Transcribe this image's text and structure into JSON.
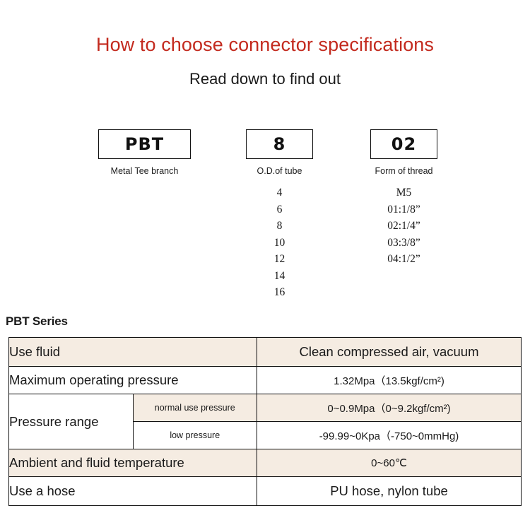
{
  "page": {
    "title": "How to choose connector specifications",
    "subtitle": "Read down to find out",
    "title_color": "#c32a1e",
    "tint_color": "#f5ece2"
  },
  "code_diagram": {
    "columns": [
      {
        "value": "PBT",
        "caption": "Metal Tee branch",
        "options": []
      },
      {
        "value": "8",
        "caption": "O.D.of tube",
        "options": [
          "4",
          "6",
          "8",
          "10",
          "12",
          "14",
          "16"
        ]
      },
      {
        "value": "02",
        "caption": "Form of thread",
        "options": [
          "M5",
          "01:1/8”",
          "02:1/4”",
          "03:3/8”",
          "04:1/2”"
        ]
      }
    ]
  },
  "series": {
    "label": "PBT Series"
  },
  "spec_table": {
    "rows": [
      {
        "label": "Use fluid",
        "sublabel": null,
        "value": "Clean compressed air, vacuum",
        "tinted": true,
        "value_size": "large"
      },
      {
        "label": "Maximum operating pressure",
        "sublabel": null,
        "value": "1.32Mpa（13.5kgf/cm²)",
        "tinted": false,
        "value_size": "small"
      },
      {
        "label": "Pressure range",
        "sublabel": "normal use pressure",
        "value": "0~0.9Mpa（0~9.2kgf/cm²)",
        "tinted": true,
        "value_size": "small"
      },
      {
        "label": null,
        "sublabel": "low pressure",
        "value": "-99.99~0Kpa（-750~0mmHg)",
        "tinted": false,
        "value_size": "small"
      },
      {
        "label": "Ambient and fluid temperature",
        "sublabel": null,
        "value": "0~60℃",
        "tinted": true,
        "value_size": "small"
      },
      {
        "label": "Use a hose",
        "sublabel": null,
        "value": "PU hose, nylon tube",
        "tinted": false,
        "value_size": "large"
      }
    ]
  }
}
